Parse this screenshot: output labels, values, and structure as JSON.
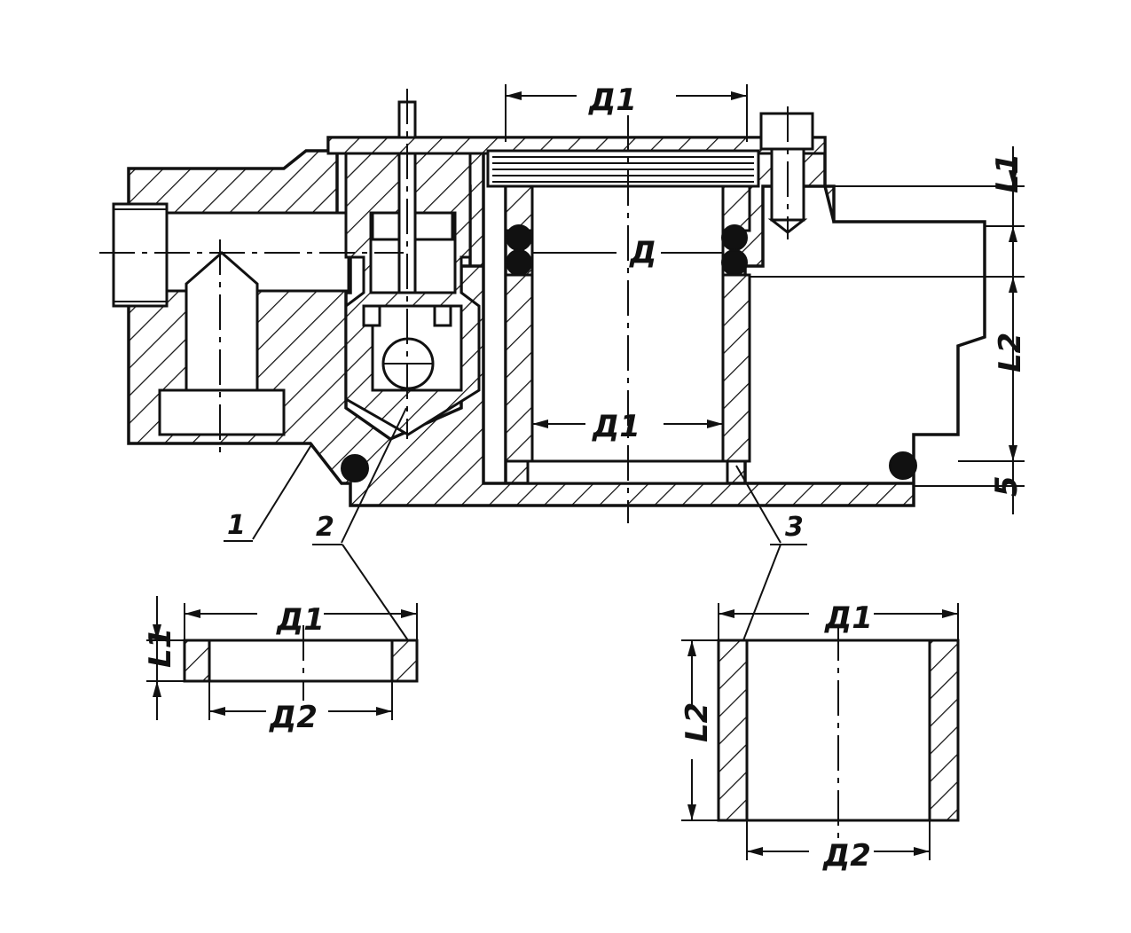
{
  "labels": {
    "d1_top": "Д1",
    "d_mid": "Д",
    "d1_mid": "Д1",
    "l1_right": "L1",
    "l2_right": "L2",
    "b_right": "5",
    "part1": "1",
    "part2": "2",
    "part3": "3",
    "ring_d1": "Д1",
    "ring_d2": "Д2",
    "ring_l1": "L1",
    "sleeve_d1": "Д1",
    "sleeve_d2": "Д2",
    "sleeve_l2": "L2"
  }
}
